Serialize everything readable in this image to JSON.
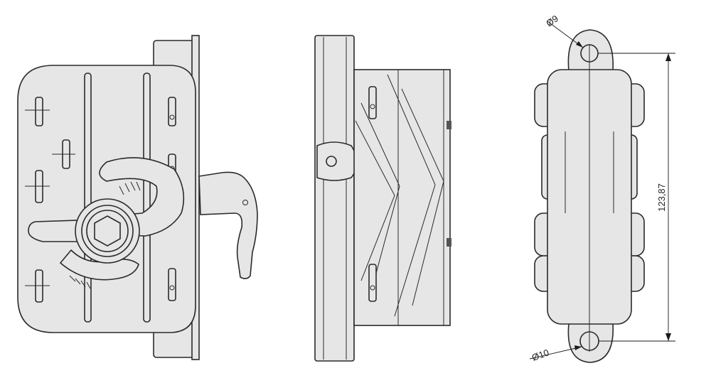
{
  "views": [
    "front-view",
    "side-view",
    "rear-view"
  ],
  "dimensions": {
    "top_hole_diameter": "Ø9",
    "bottom_hole_diameter": "Ø10",
    "hole_center_distance": "123,87"
  },
  "colors": {
    "body_fill": "#e6e6e6",
    "shade": "#bdbdbd",
    "line": "#2a2a2a",
    "background": "#ffffff"
  }
}
